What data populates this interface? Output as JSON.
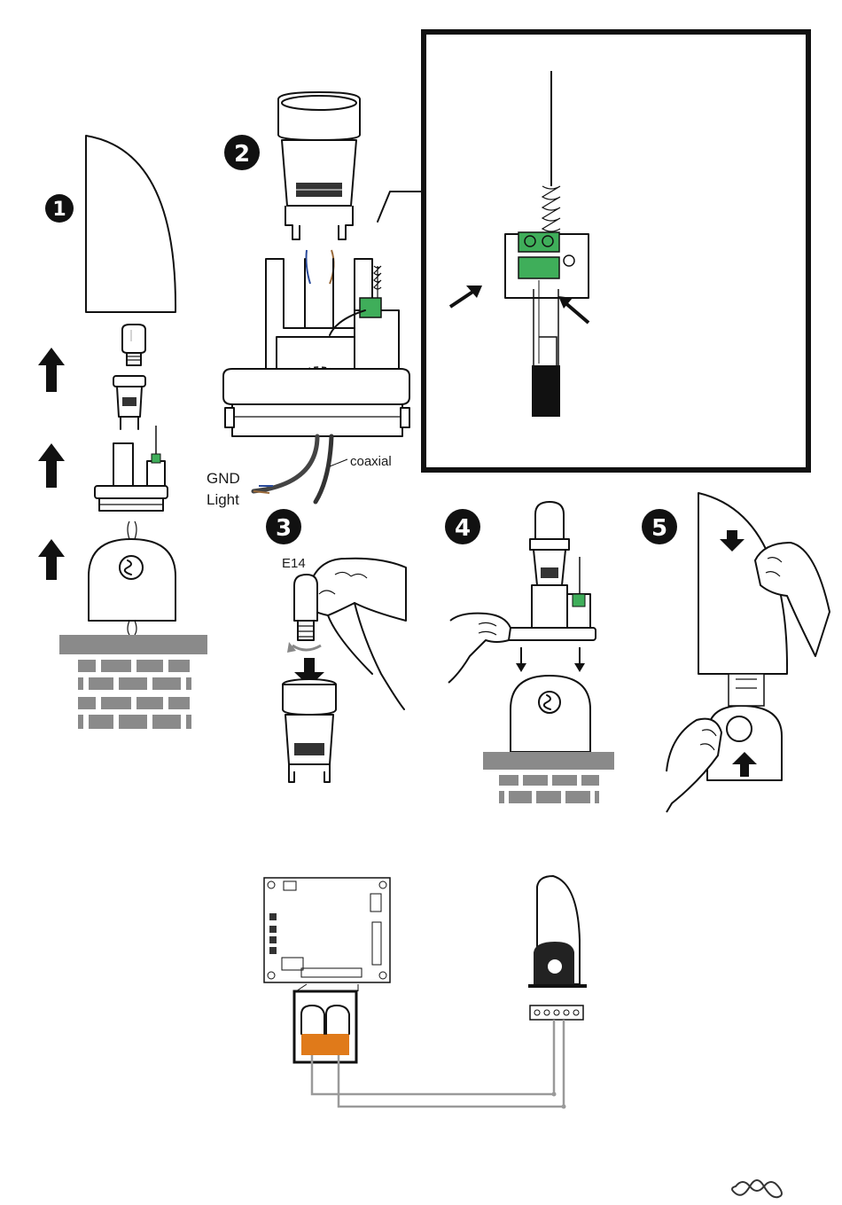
{
  "steps": {
    "s1": "1",
    "s2": "2",
    "s3": "3",
    "s4": "4",
    "s5": "5"
  },
  "labels": {
    "gnd": "GND",
    "light": "Light",
    "coaxial": "coaxial",
    "bulb_type": "E14"
  },
  "colors": {
    "terminal_green": "#3fae5a",
    "brick_gray": "#8a8a8a",
    "wire_blue": "#2a4a9a",
    "wire_brown": "#9a6a3a",
    "connector_orange": "#e07a1a",
    "wire_gray": "#9a9a9a"
  },
  "icons": {
    "arrow_up": "arrow-up-icon",
    "arrow_down": "arrow-down-icon",
    "hand": "hand-icon",
    "rotate": "rotate-icon",
    "loop": "page-mark-icon"
  }
}
